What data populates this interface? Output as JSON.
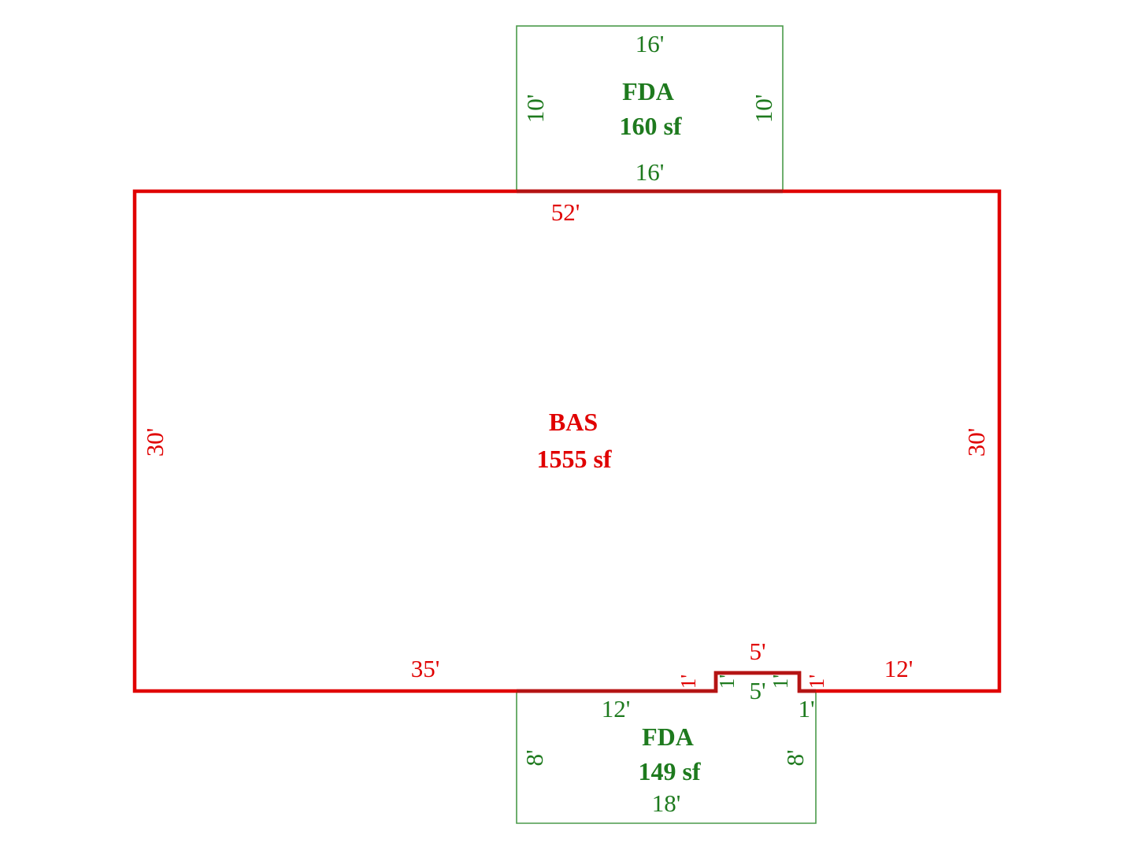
{
  "colors": {
    "bas": "#e00000",
    "fda": "#1e7a1e",
    "fda_outline": "#4a9a4a",
    "shared_edge": "#b41414"
  },
  "bas": {
    "code": "BAS",
    "area": "1555 sf",
    "dims": {
      "top": "52'",
      "left": "30'",
      "right": "30'",
      "bottom_left": "35'",
      "bottom_right": "12'",
      "bump_top": "5'",
      "bump_left_rise": "1'",
      "bump_right_rise": "1'"
    }
  },
  "fda_top": {
    "code": "FDA",
    "area": "160 sf",
    "dims": {
      "top": "16'",
      "bottom": "16'",
      "left": "10'",
      "right": "10'"
    }
  },
  "fda_bottom": {
    "code": "FDA",
    "area": "149 sf",
    "dims": {
      "top_left": "12'",
      "notch_bottom": "5'",
      "notch_left_rise": "1'",
      "notch_right_rise": "1'",
      "top_right": "1'",
      "left": "8'",
      "right": "8'",
      "bottom": "18'"
    }
  }
}
